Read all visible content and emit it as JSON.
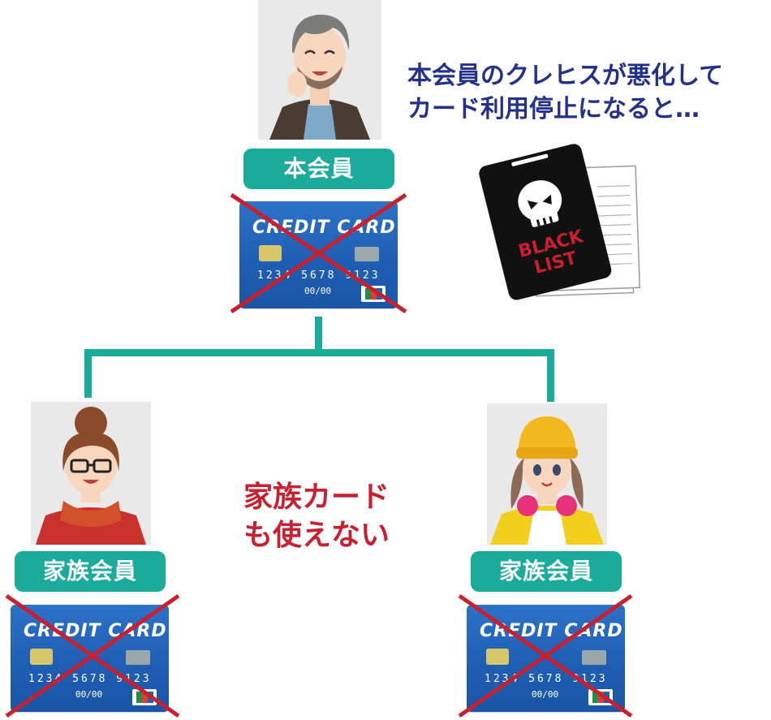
{
  "colors": {
    "teal": "#1aab9b",
    "navy": "#23318c",
    "red": "#c8202f",
    "card_blue": "#1f5fb4",
    "blacklist": "#111111"
  },
  "main_member": {
    "label": "本会員",
    "card": {
      "title": "CREDIT CARD",
      "number": "1234 5678 9123",
      "expiry": "00/00"
    }
  },
  "family_left": {
    "label": "家族会員",
    "card": {
      "title": "CREDIT CARD",
      "number": "1234 5678 9123",
      "expiry": "00/00"
    }
  },
  "family_right": {
    "label": "家族会員",
    "card": {
      "title": "CREDIT CARD",
      "number": "1234 5678 9123",
      "expiry": "00/00"
    }
  },
  "caption": {
    "line1": "本会員のクレヒスが悪化して",
    "line2": "カード利用停止になると…"
  },
  "blacklist": {
    "line1": "BLACK",
    "line2": "LIST"
  },
  "family_note": {
    "line1": "家族カード",
    "line2": "も使えない"
  }
}
